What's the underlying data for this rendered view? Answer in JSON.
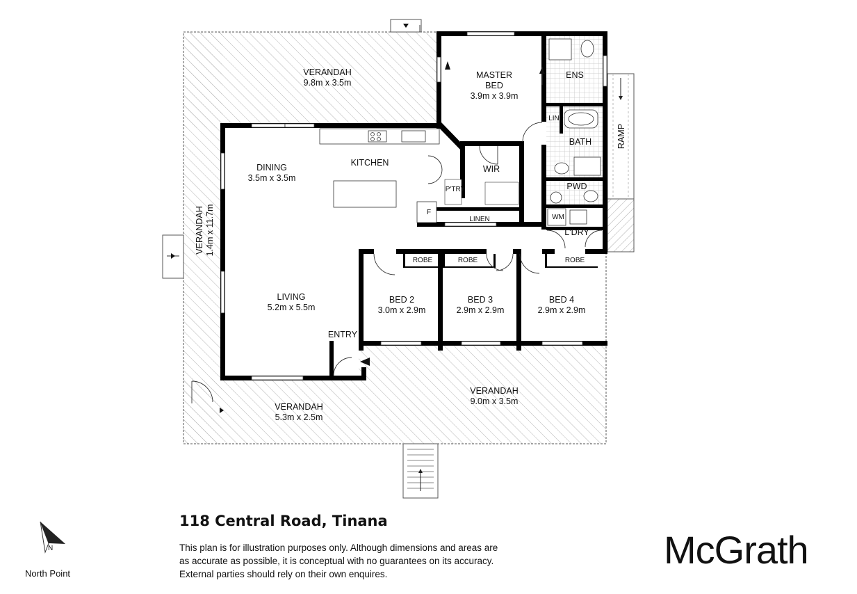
{
  "rooms": {
    "verandah_top": {
      "name": "VERANDAH",
      "size": "9.8m x 3.5m"
    },
    "verandah_left": {
      "name": "VERANDAH",
      "size": "1.4m x 11.7m"
    },
    "verandah_bottom_left": {
      "name": "VERANDAH",
      "size": "5.3m x 2.5m"
    },
    "verandah_bottom_right": {
      "name": "VERANDAH",
      "size": "9.0m x 3.5m"
    },
    "master_bed": {
      "line1": "MASTER",
      "line2": "BED",
      "size": "3.9m x 3.9m"
    },
    "ensuite": "ENS",
    "linen_closet": "LIN",
    "bath": "BATH",
    "ramp": "RAMP",
    "dining": {
      "name": "DINING",
      "size": "3.5m x 3.5m"
    },
    "kitchen": "KITCHEN",
    "wir": "WIR",
    "pantry": "P'TRY",
    "fridge": "F",
    "powder": "PWD",
    "linen": "LINEN",
    "washing_machine": "WM",
    "laundry": "L'DRY",
    "robe_bed2": "ROBE",
    "robe_bed3": "ROBE",
    "robe_bed4": "ROBE",
    "living": {
      "name": "LIVING",
      "size": "5.2m x 5.5m"
    },
    "bed2": {
      "name": "BED 2",
      "size": "3.0m x 2.9m"
    },
    "bed3": {
      "name": "BED 3",
      "size": "2.9m x 2.9m"
    },
    "bed4": {
      "name": "BED 4",
      "size": "2.9m x 2.9m"
    },
    "entry": "ENTRY"
  },
  "footer": {
    "address": "118 Central Road, Tinana",
    "disclaimer": [
      "This plan is for illustration purposes only.  Although dimensions and areas are",
      "as accurate as possible, it is conceptual with no guarantees on its accuracy.",
      "External parties should rely on their own enquires."
    ],
    "north_label": "North Point",
    "north_letter": "N",
    "brand": "McGrath"
  }
}
